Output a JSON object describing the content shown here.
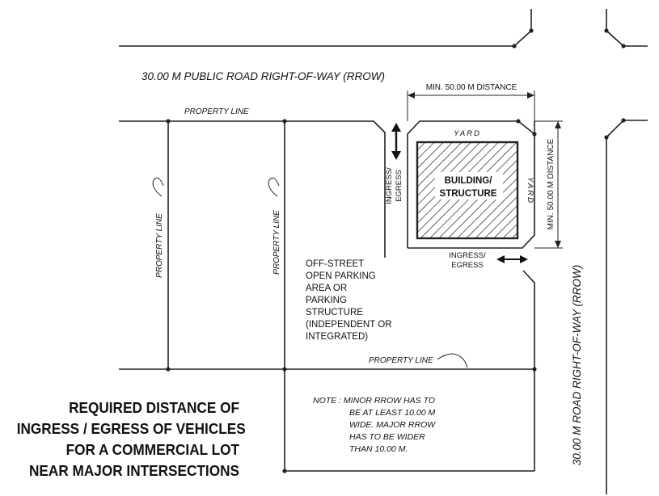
{
  "labels": {
    "top_road": "30.00 M PUBLIC ROAD RIGHT-OF-WAY (RROW)",
    "min_distance_top": "MIN. 50.00 M DISTANCE",
    "min_distance_right": "MIN. 50.00 M DISTANCE",
    "property_line_top": "PROPERTY LINE",
    "property_line_left": "PROPERTY LINE",
    "property_line_mid": "PROPERTY LINE",
    "property_line_bottom": "PROPERTY LINE",
    "yard_top": "YARD",
    "yard_right": "YARD",
    "building_line1": "BUILDING/",
    "building_line2": "STRUCTURE",
    "ingress_side_line1": "INGRESS/",
    "ingress_side_line2": "EGRESS",
    "ingress_bottom_line1": "INGRESS/",
    "ingress_bottom_line2": "EGRESS",
    "parking": [
      "OFF-STREET",
      "OPEN PARKING",
      "AREA OR",
      "PARKING",
      "STRUCTURE",
      "(INDEPENDENT OR",
      "INTEGRATED)"
    ],
    "note": [
      "NOTE :  MINOR RROW HAS TO",
      "BE AT LEAST 10.00 M",
      "WIDE.  MAJOR RROW",
      "HAS TO BE WIDER",
      "THAN 10.00 M."
    ],
    "right_road": "30.00 M ROAD RIGHT-OF-WAY (RROW)"
  },
  "title": [
    "REQUIRED DISTANCE OF",
    "INGRESS / EGRESS OF VEHICLES",
    "FOR A COMMERCIAL LOT",
    "NEAR MAJOR INTERSECTIONS"
  ]
}
